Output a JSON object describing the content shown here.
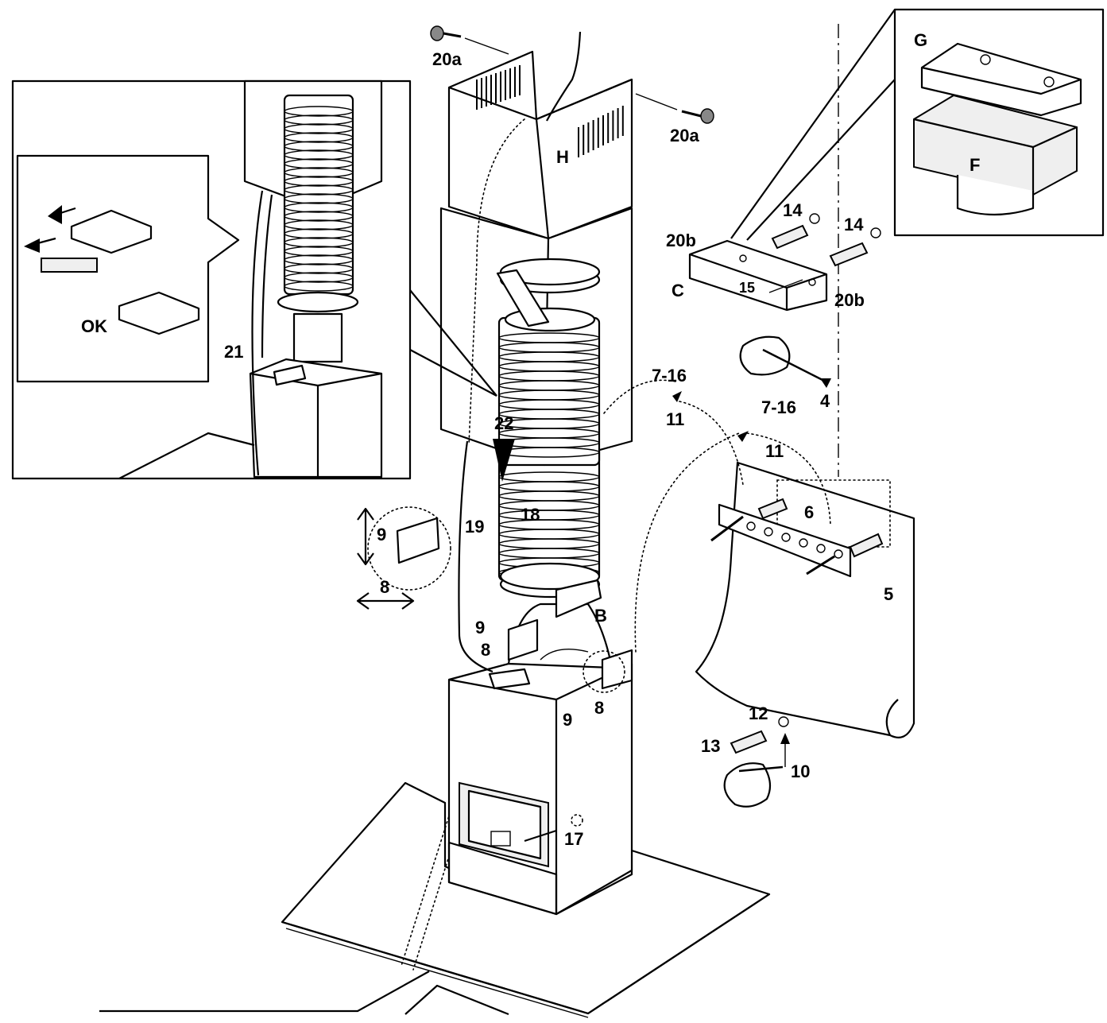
{
  "labels": {
    "screw_top": "20a",
    "screw_right": "20a",
    "chimney": "H",
    "bracket_label_left": "20b",
    "bracket_label_right": "20b",
    "bracket_c": "C",
    "bracket_15": "15",
    "plug_a": "14",
    "plug_b": "14",
    "inset_g": "G",
    "inset_f": "F",
    "pencil_mark_4": "4",
    "step_716_a": "7-16",
    "step_11_a": "11",
    "step_716_b": "7-16",
    "step_11_b": "11",
    "wall_6": "6",
    "wall_5": "5",
    "step_22": "22",
    "step_18": "18",
    "step_19": "19",
    "step_21": "21",
    "clip_9a": "9",
    "clip_8a": "8",
    "clip_9b": "9",
    "clip_8b": "8",
    "clip_9c": "9",
    "clip_8c": "8",
    "clamp_b": "B",
    "step_12": "12",
    "step_13": "13",
    "step_10": "10",
    "step_17": "17",
    "ok": "OK"
  },
  "colors": {
    "line": "#000000",
    "paper": "#ffffff",
    "shade": "#efefef"
  }
}
